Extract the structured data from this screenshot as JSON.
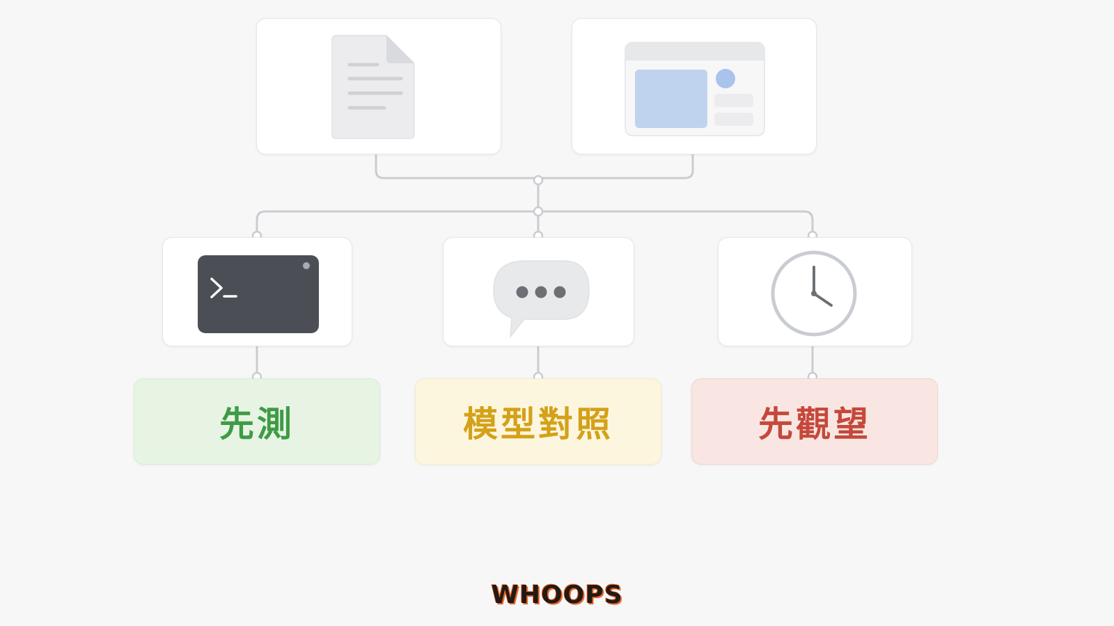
{
  "diagram": {
    "top_nodes": [
      {
        "icon": "document-icon"
      },
      {
        "icon": "browser-window-icon"
      }
    ],
    "middle_nodes": [
      {
        "icon": "terminal-icon",
        "prompt": ">_"
      },
      {
        "icon": "chat-bubble-icon"
      },
      {
        "icon": "clock-icon"
      }
    ],
    "labels": [
      {
        "text": "先測",
        "color": "#3f9b46",
        "background": "#e7f4e4",
        "border": "#d6ecd2"
      },
      {
        "text": "模型對照",
        "color": "#d4a118",
        "background": "#fdf6df",
        "border": "#f4eac6"
      },
      {
        "text": "先觀望",
        "color": "#c4493b",
        "background": "#f9e6e3",
        "border": "#f0d4d0"
      }
    ],
    "connector_color": "#c9ccd1"
  },
  "brand": {
    "text": "WHOOPS",
    "color": "#231a14",
    "accent": "#e9662b"
  }
}
